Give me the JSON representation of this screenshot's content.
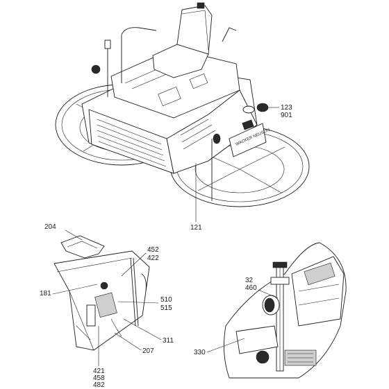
{
  "callouts": {
    "c123": "123",
    "c901": "901",
    "c121": "121",
    "c204": "204",
    "c452": "452",
    "c422": "422",
    "c181": "181",
    "c510": "510",
    "c515": "515",
    "c311": "311",
    "c207": "207",
    "c421": "421",
    "c458": "458",
    "c482": "482",
    "c32": "32",
    "c460": "460",
    "c330": "330"
  },
  "decal_text": "WACKER NEUSON"
}
